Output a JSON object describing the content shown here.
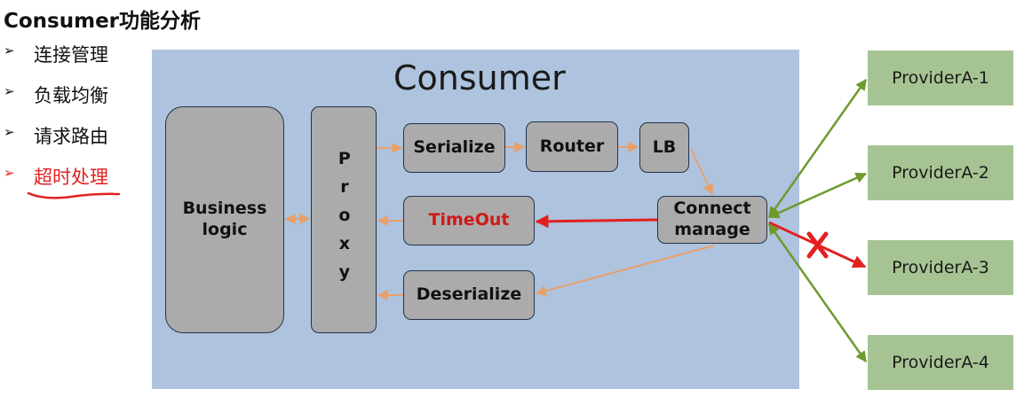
{
  "page": {
    "title": "Consumer功能分析",
    "bullets": [
      {
        "marker": "➢",
        "label": "连接管理",
        "highlight": false
      },
      {
        "marker": "➢",
        "label": "负载均衡",
        "highlight": false
      },
      {
        "marker": "➢",
        "label": "请求路由",
        "highlight": false
      },
      {
        "marker": "➢",
        "label": "超时处理",
        "highlight": true
      }
    ]
  },
  "diagram": {
    "consumer_title": "Consumer",
    "business_logic": "Business logic",
    "proxy": "Proxy",
    "serialize": "Serialize",
    "router": "Router",
    "lb": "LB",
    "timeout": "TimeOut",
    "connect_manage": "Connect manage",
    "deserialize": "Deserialize",
    "providers": [
      "ProviderA-1",
      "ProviderA-2",
      "ProviderA-3",
      "ProviderA-4"
    ],
    "failed_provider": "ProviderA-3",
    "colors": {
      "consumer_bg": "#aec3dd",
      "node_fill": "#ababab",
      "provider_fill": "#a6c493",
      "internal_arrow": "#e8a06a",
      "provider_link": "#6e9a2c",
      "timeout_red": "#e32020"
    }
  }
}
